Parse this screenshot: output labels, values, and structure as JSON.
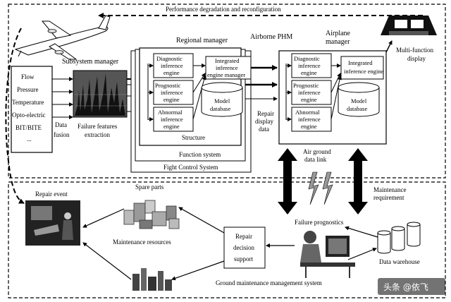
{
  "labels": {
    "perf_degradation": "Performance degradation and reconfiguration",
    "subsystem_manager": "Subsystem manager",
    "regional_manager": "Regional manager",
    "airborne_phm": "Airborne PHM",
    "airplane_manager_1": "Airplane",
    "airplane_manager_2": "manager",
    "multi_function_1": "Multi-function",
    "multi_function_2": "display",
    "inputs": [
      "Flow",
      "Pressure",
      "Temperature",
      "Opto-electric",
      "BIT/BITE",
      "..."
    ],
    "data_fusion_1": "Data",
    "data_fusion_2": "fusion",
    "failure_features_1": "Failure features",
    "failure_features_2": "extraction",
    "diag_engine": [
      "Diagnostic",
      "inference",
      "engine"
    ],
    "prog_engine": [
      "Prognostic",
      "inference",
      "engine"
    ],
    "abn_engine": [
      "Abnormal",
      "inference",
      "engine"
    ],
    "integrated_manager": [
      "Integrated",
      "inference",
      "engine manager"
    ],
    "integrated_engine": [
      "Integrated",
      "inference engine"
    ],
    "model_db": [
      "Model",
      "database"
    ],
    "structure": "Structure",
    "function_system": "Function system",
    "fight_control": "Fight Control System",
    "repair_display": [
      "Repair",
      "display",
      "data"
    ],
    "air_ground_link": [
      "Air ground",
      "data link"
    ],
    "maintenance_req": [
      "Maintenance",
      "requirement"
    ],
    "repair_event": "Repair event",
    "spare_parts": "Spare parts",
    "maintenance_resources": "Maintenance resources",
    "repair_decision": [
      "Repair",
      "decision",
      "support"
    ],
    "failure_prognostics": "Failure prognostics",
    "data_warehouse": "Data warehouse",
    "ground_system": "Ground maintenance management system",
    "watermark": "头条 @依飞"
  }
}
